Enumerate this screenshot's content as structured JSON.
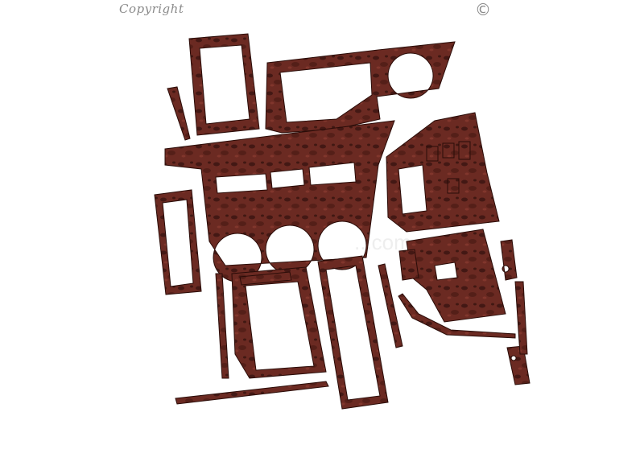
{
  "watermark": {
    "label": "Copyright",
    "symbol": "©",
    "site_logo": "...com",
    "color": "#8a8a8a"
  },
  "photo": {
    "subject": "wood-grain dashboard trim kit",
    "wood_color": "#6b2a22",
    "wood_dark": "#3a1410",
    "background": "#ffffff"
  }
}
